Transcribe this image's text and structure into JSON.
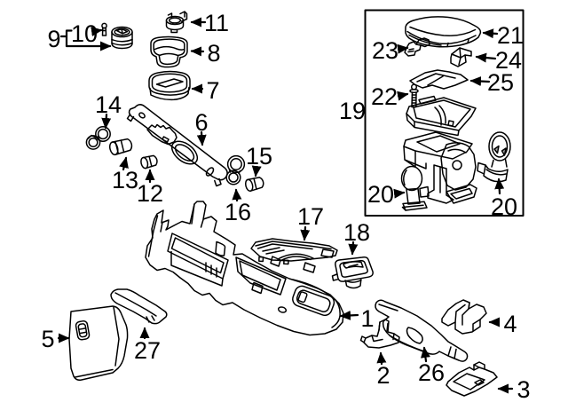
{
  "diagram": {
    "type": "exploded_parts_diagram",
    "background": "#ffffff",
    "line_color": "#000000",
    "callouts": {
      "c1": {
        "label": "1"
      },
      "c2": {
        "label": "2"
      },
      "c3": {
        "label": "3"
      },
      "c4": {
        "label": "4"
      },
      "c5": {
        "label": "5"
      },
      "c6": {
        "label": "6"
      },
      "c7": {
        "label": "7"
      },
      "c8": {
        "label": "8"
      },
      "c9": {
        "label": "9"
      },
      "c10": {
        "label": "10"
      },
      "c11": {
        "label": "11"
      },
      "c12": {
        "label": "12"
      },
      "c13": {
        "label": "13"
      },
      "c14": {
        "label": "14"
      },
      "c15": {
        "label": "15"
      },
      "c16": {
        "label": "16"
      },
      "c17": {
        "label": "17"
      },
      "c18": {
        "label": "18"
      },
      "c19": {
        "label": "19"
      },
      "c20a": {
        "label": "20"
      },
      "c20b": {
        "label": "20"
      },
      "c21": {
        "label": "21"
      },
      "c22": {
        "label": "22"
      },
      "c23": {
        "label": "23"
      },
      "c24": {
        "label": "24"
      },
      "c25": {
        "label": "25"
      },
      "c26": {
        "label": "26"
      },
      "c27": {
        "label": "27"
      }
    }
  }
}
